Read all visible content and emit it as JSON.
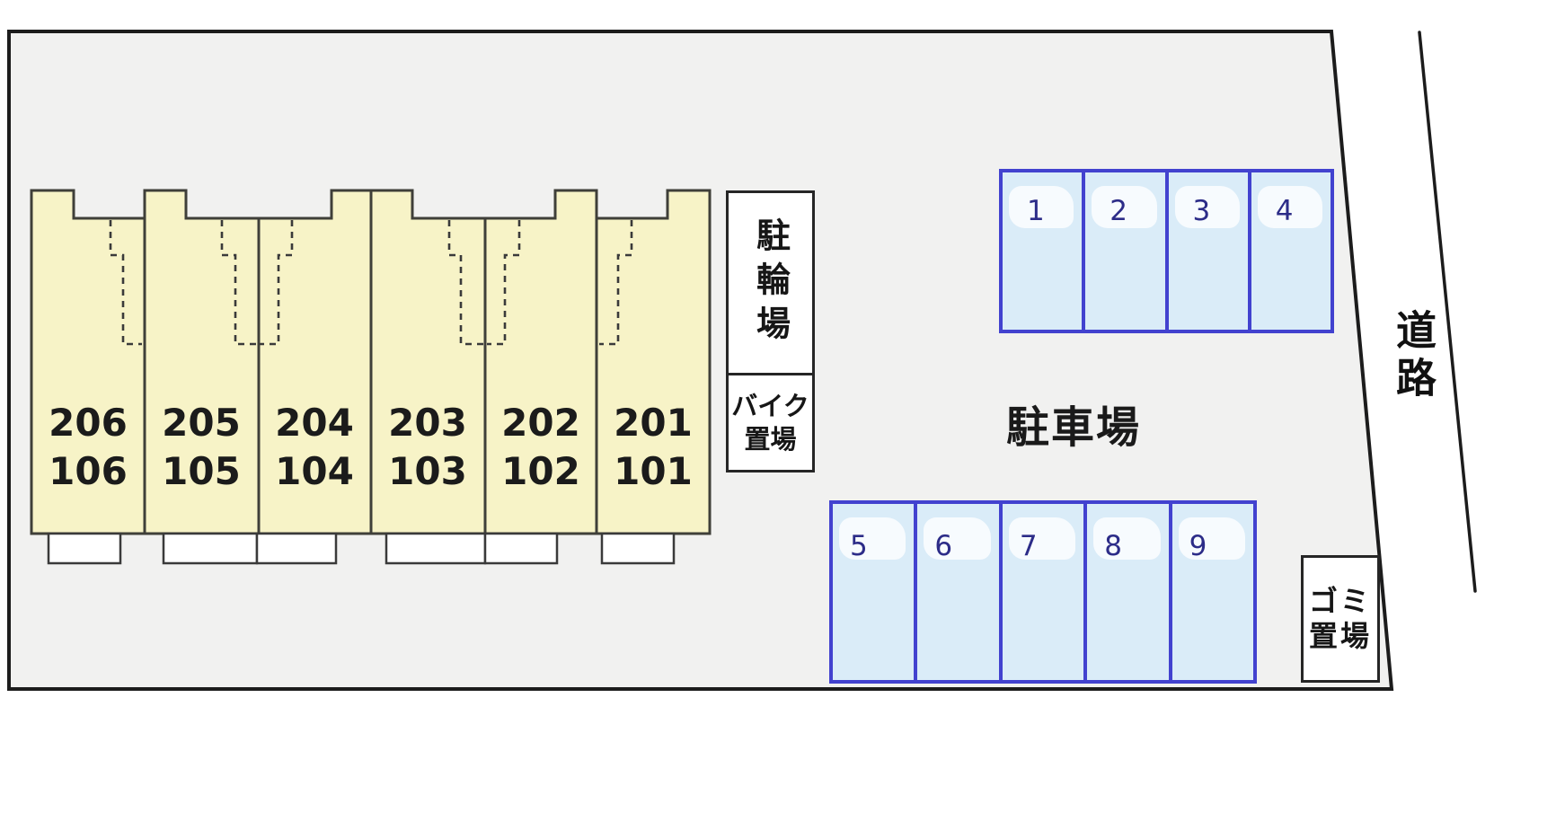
{
  "plan": {
    "labels": {
      "bicycle_parking": "駐輪場",
      "bike_storage_line1": "バイク",
      "bike_storage_line2": "置場",
      "parking_lot": "駐車場",
      "garbage_line1": "ゴミ",
      "garbage_line2": "置場",
      "road": "道路"
    },
    "building": {
      "units": [
        {
          "upper": "206",
          "lower": "106"
        },
        {
          "upper": "205",
          "lower": "105"
        },
        {
          "upper": "204",
          "lower": "104"
        },
        {
          "upper": "203",
          "lower": "103"
        },
        {
          "upper": "202",
          "lower": "102"
        },
        {
          "upper": "201",
          "lower": "101"
        }
      ]
    },
    "parking": {
      "top_row": [
        "1",
        "2",
        "3",
        "4"
      ],
      "bottom_row": [
        "5",
        "6",
        "7",
        "8",
        "9"
      ]
    },
    "colors": {
      "plot_fill": "#f1f1f0",
      "building_fill": "#f7f3c7",
      "stall_fill": "#daecf8",
      "stall_border": "#4242cf",
      "stall_number": "#2c2c88",
      "outline": "#262626"
    }
  }
}
